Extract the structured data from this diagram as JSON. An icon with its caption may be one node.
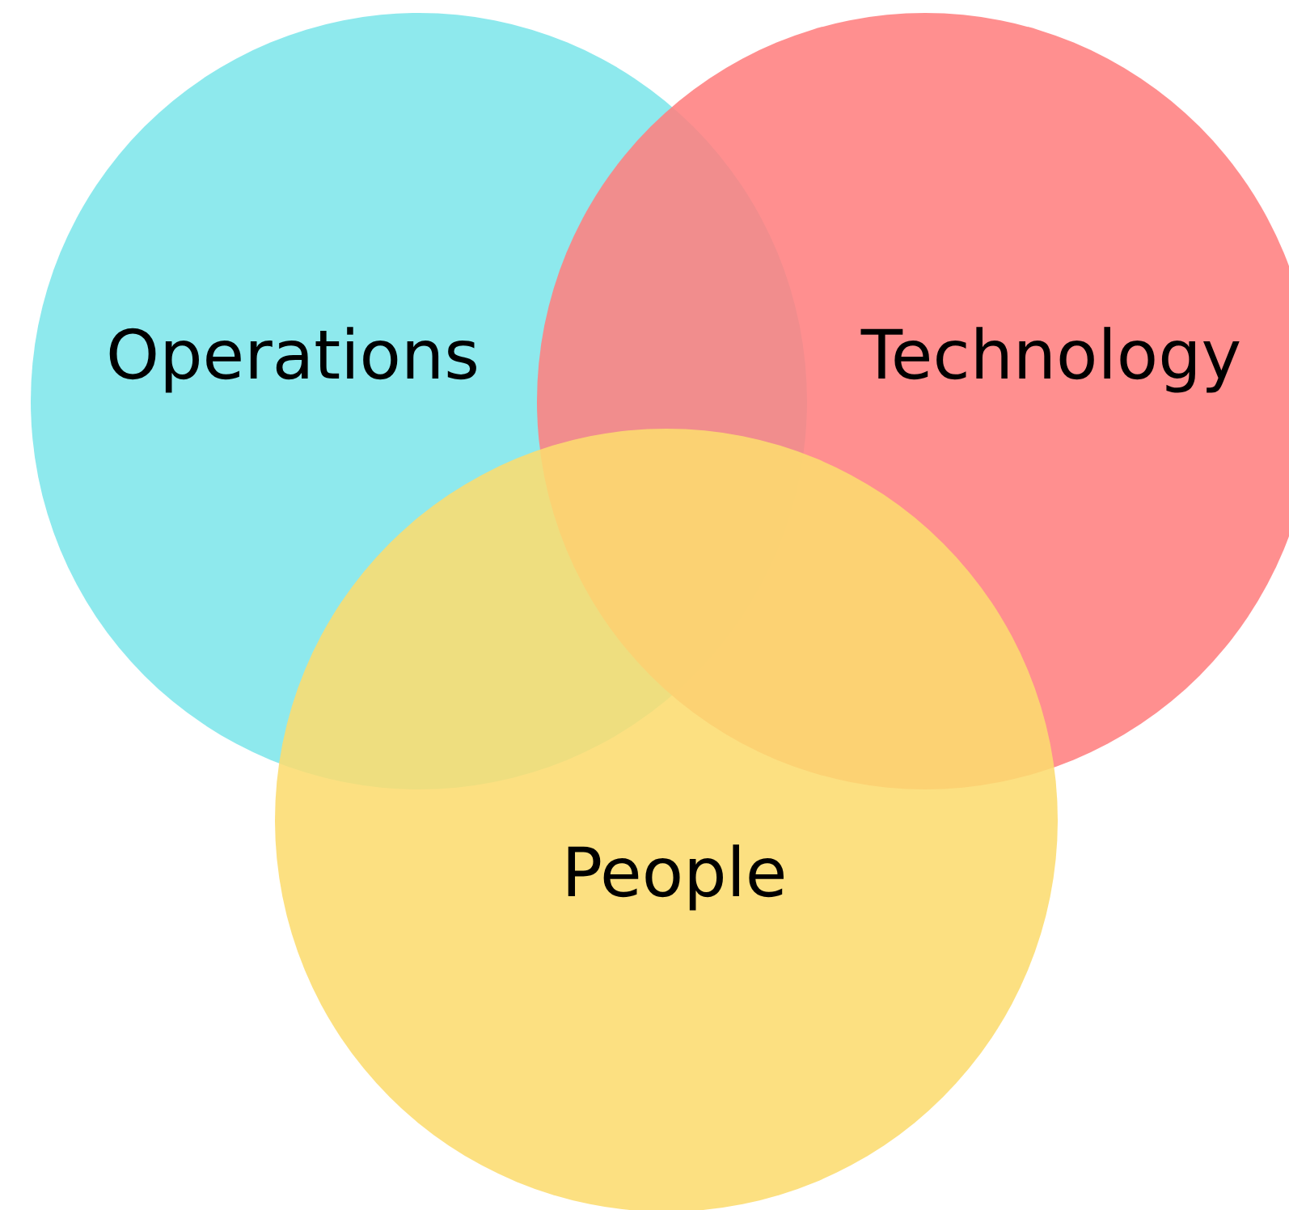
{
  "diagram": {
    "nodes": [
      {
        "text": [
          "Operations"
        ]
      },
      {
        "text": [
          "Technology"
        ]
      },
      {
        "text": [
          "People"
        ]
      }
    ]
  }
}
